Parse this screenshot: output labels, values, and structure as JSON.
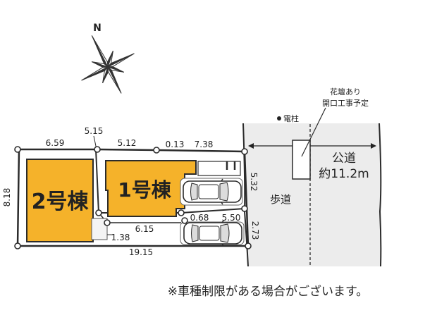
{
  "compass": {
    "north_label": "N"
  },
  "buildings": {
    "lot2": "2号棟",
    "lot1": "1号棟"
  },
  "dimensions": {
    "top_left": "6.59",
    "lot_divider": "5.15",
    "top_mid": "5.12",
    "top_small": "0.13",
    "top_right": "7.38",
    "left": "8.18",
    "road_lot1": "5.32",
    "road_lot2": "2.73",
    "inner": "6.15",
    "strip": "1.38",
    "parking_small": "0.68",
    "parking_len": "5.50",
    "bottom": "19.15"
  },
  "road": {
    "label": "公道",
    "width": "約11.2m",
    "sidewalk": "歩道",
    "pole": "電柱",
    "flowerbed_lines": [
      "花壇あり",
      "開口工事予定"
    ]
  },
  "note": "※車種制限がある場合がございます。",
  "colors": {
    "building": "#F5B22A",
    "road": "#ECECEC",
    "line": "#2B2B2B",
    "marker_fill": "#FFFFFF"
  },
  "icons": [
    "compass-rose-icon",
    "car-icon",
    "utility-pole-icon"
  ]
}
